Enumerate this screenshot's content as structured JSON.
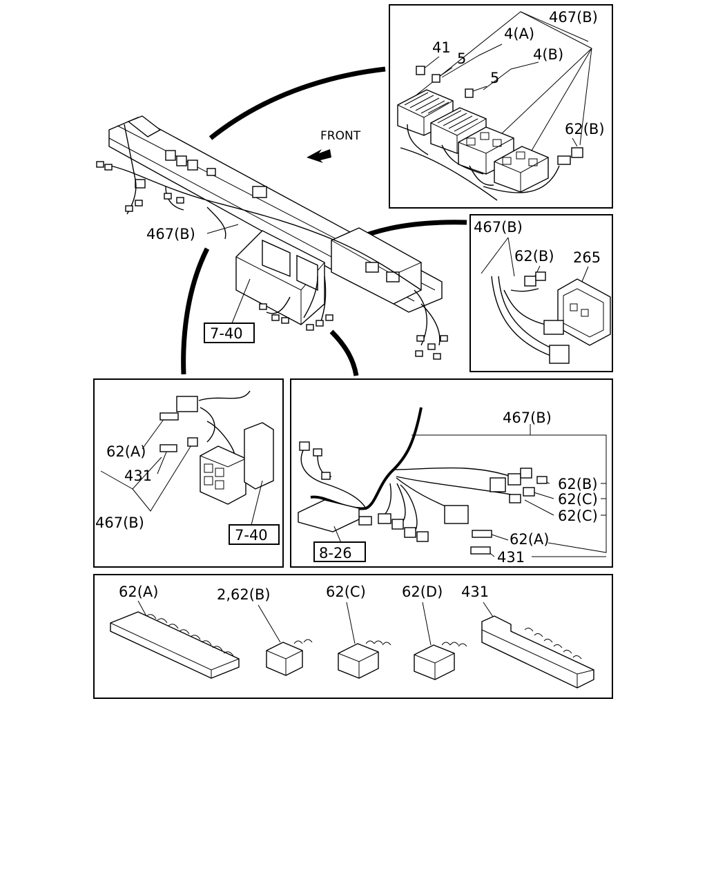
{
  "labels": {
    "front": "FRONT",
    "topright": {
      "l467b": "467(B)",
      "l41": "41",
      "l4a": "4(A)",
      "l5a": "5",
      "l4b": "4(B)",
      "l5b": "5",
      "l62b": "62(B)"
    },
    "main": {
      "l467b": "467(B)",
      "ref740": "7-40"
    },
    "midright": {
      "l467b": "467(B)",
      "l62b": "62(B)",
      "l265": "265"
    },
    "left": {
      "l62a": "62(A)",
      "l431": "431",
      "l467b": "467(B)",
      "ref740": "7-40"
    },
    "center": {
      "l467b": "467(B)",
      "l62b": "62(B)",
      "l62c1": "62(C)",
      "l62c2": "62(C)",
      "l62a": "62(A)",
      "l431": "431",
      "ref826": "8-26"
    },
    "bottom": {
      "l62a": "62(A)",
      "l262b": "2,62(B)",
      "l62c": "62(C)",
      "l62d": "62(D)",
      "l431": "431"
    }
  }
}
